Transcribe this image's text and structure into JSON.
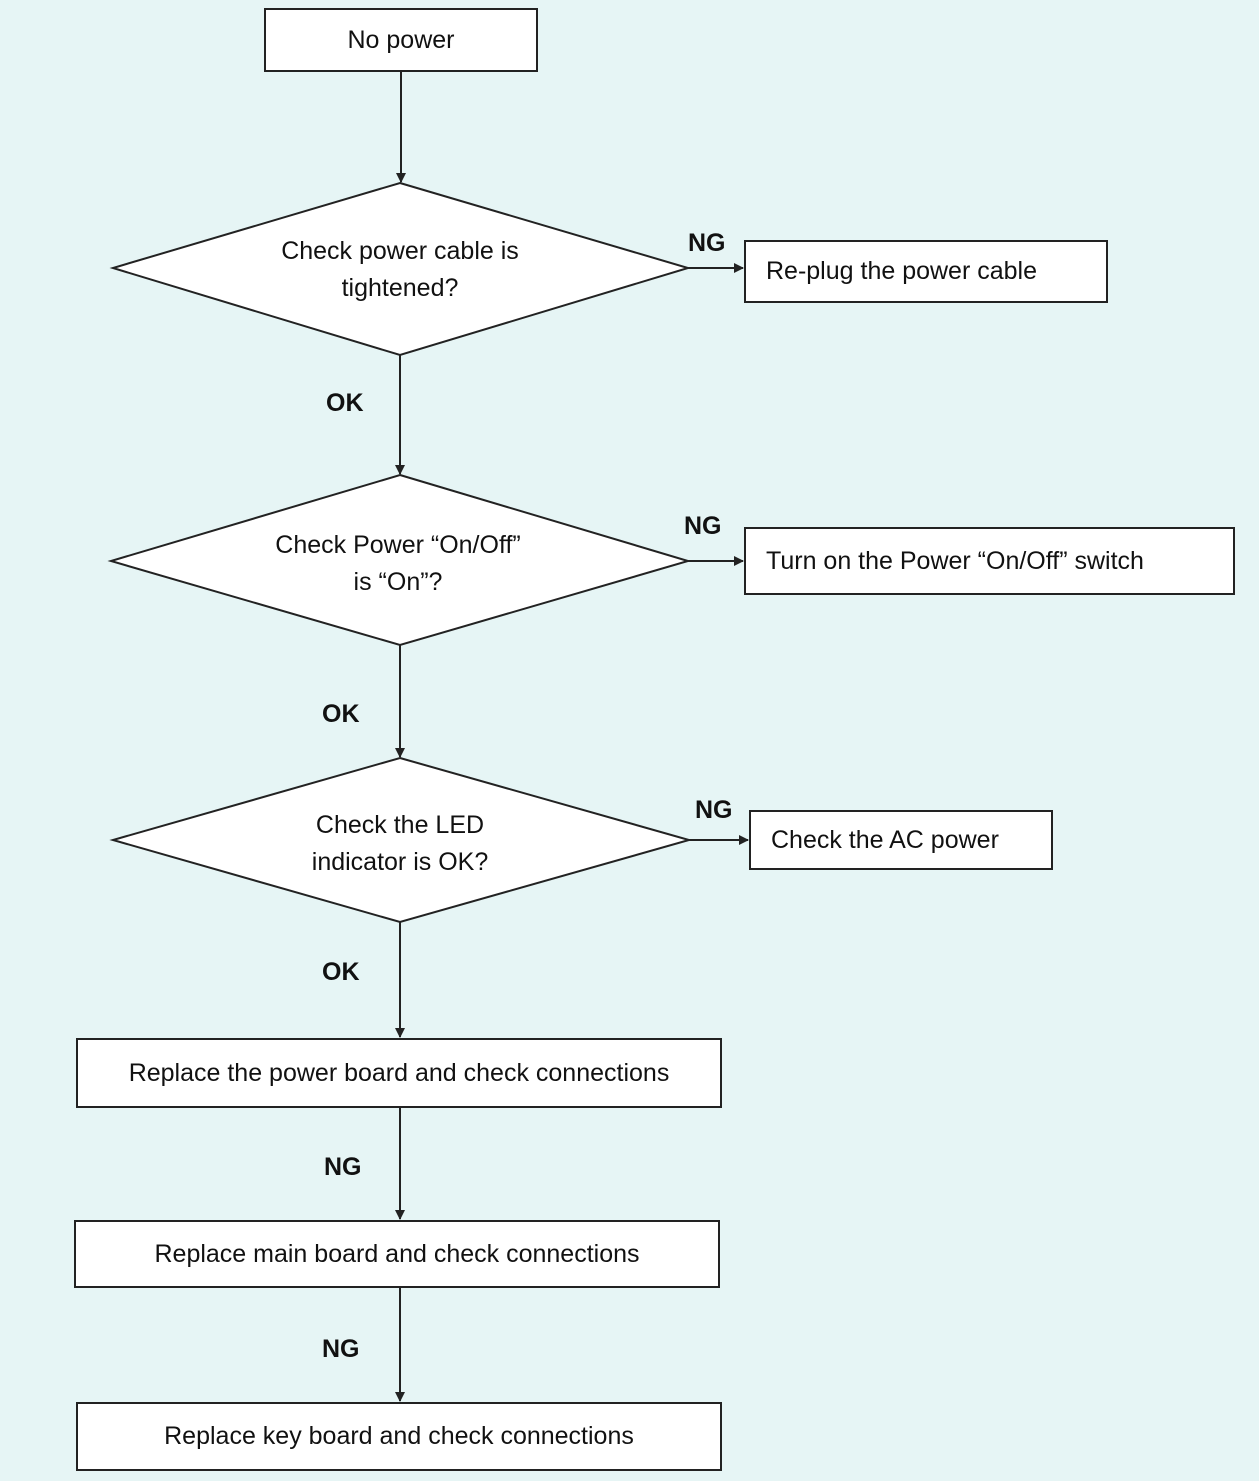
{
  "start": {
    "label": "No power"
  },
  "decisions": [
    {
      "line1": "Check power cable is",
      "line2": "tightened?",
      "ng_label": "NG",
      "ng_action": "Re-plug the power cable",
      "ok_label": "OK"
    },
    {
      "line1": "Check Power “On/Off”",
      "line2": "is “On”?",
      "ng_label": "NG",
      "ng_action": "Turn on the Power “On/Off” switch",
      "ok_label": "OK"
    },
    {
      "line1": "Check the LED",
      "line2": "indicator is OK?",
      "ng_label": "NG",
      "ng_action": "Check the AC power",
      "ok_label": "OK"
    }
  ],
  "steps": [
    {
      "label": "Replace the power board and check connections",
      "next_label": "NG"
    },
    {
      "label": "Replace main board and check connections",
      "next_label": "NG"
    },
    {
      "label": "Replace key board and check connections"
    }
  ],
  "colors": {
    "background": "#e6f5f5",
    "box_fill": "#ffffff",
    "stroke": "#222222"
  }
}
